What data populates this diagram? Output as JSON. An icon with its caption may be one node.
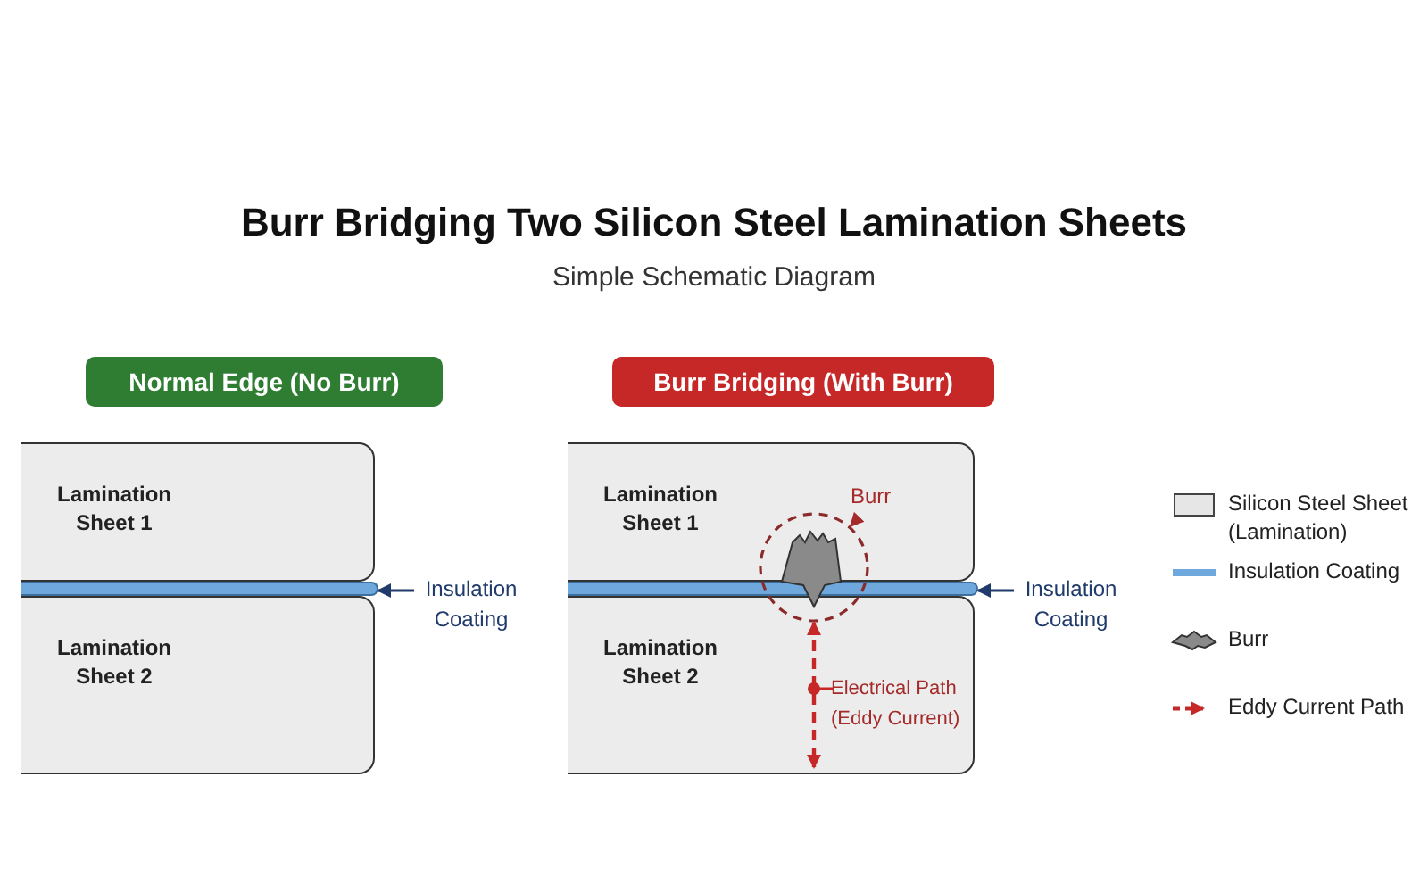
{
  "diagram": {
    "title": "Burr Bridging Two Silicon Steel Lamination Sheets",
    "nodes": [
      {
        "text": [
          "Normal Edge (No Burr)"
        ]
      },
      {
        "text": [
          "Lamination Sheet 1"
        ]
      },
      {
        "text": [],
        "shape": "bar"
      },
      {
        "text": [
          "Lamination Sheet 2"
        ]
      },
      {
        "text": [
          "Insulation Coating"
        ]
      },
      {
        "text": [
          "Burr Bridging (With Burr)"
        ]
      },
      {
        "text": [
          "Lamination Sheet 1"
        ]
      },
      {
        "text": [],
        "shape": "bar"
      },
      {
        "text": [
          "Lamination Sheet 2"
        ]
      },
      {
        "text": [],
        "shape": "circle"
      },
      {
        "text": [
          "Burr"
        ],
        "in": 6
      },
      {
        "text": [
          "Insulation Coating"
        ]
      },
      {
        "text": [
          "Electrical Path (Eddy Current)"
        ],
        "in": 8
      }
    ],
    "edges": [
      {
        "from": 4,
        "to": 2,
        "arrow": "to"
      },
      {
        "from": 10,
        "to": 9,
        "arrow": "to",
        "color": "#a52a2a"
      },
      {
        "from": 11,
        "to": 7,
        "arrow": "to"
      },
      {
        "from": 9,
        "to": 8,
        "arrow": "both",
        "style": "dashed",
        "color": "#c62828"
      },
      {
        "from": 12,
        "to": 8,
        "arrow": "other",
        "color": "#c62828"
      }
    ],
    "labels": [
      "Simple Schematic Diagram"
    ],
    "legend": [
      {
        "text": "Silicon Steel Sheet (Lamination)",
        "color": "#e6e6e6"
      },
      {
        "text": "Insulation Coating"
      },
      {
        "text": "Burr"
      },
      {
        "text": "Eddy Current Path"
      }
    ]
  }
}
